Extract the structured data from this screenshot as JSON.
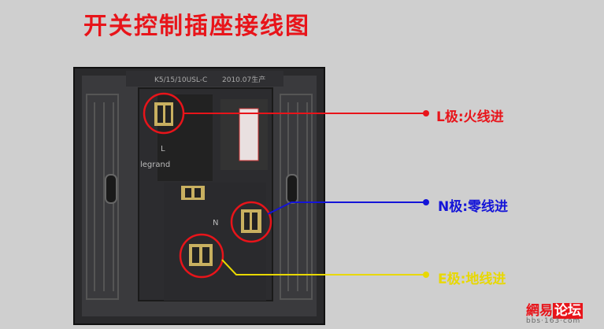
{
  "title": "开关控制插座接线图",
  "back_plate_text": {
    "model": "K5/15/10USL-C",
    "date": "2010.07生产",
    "brand": "legrand",
    "terminal_l": "L",
    "terminal_n": "N"
  },
  "labels": {
    "l": {
      "text": "L极:火线进",
      "color": "#e8141a"
    },
    "n": {
      "text": "N极:零线进",
      "color": "#1414d8"
    },
    "e": {
      "text": "E极:地线进",
      "color": "#e8d800"
    }
  },
  "watermark": {
    "name_part1": "網易",
    "name_part2": "论坛",
    "url": "bbs·163·com"
  }
}
